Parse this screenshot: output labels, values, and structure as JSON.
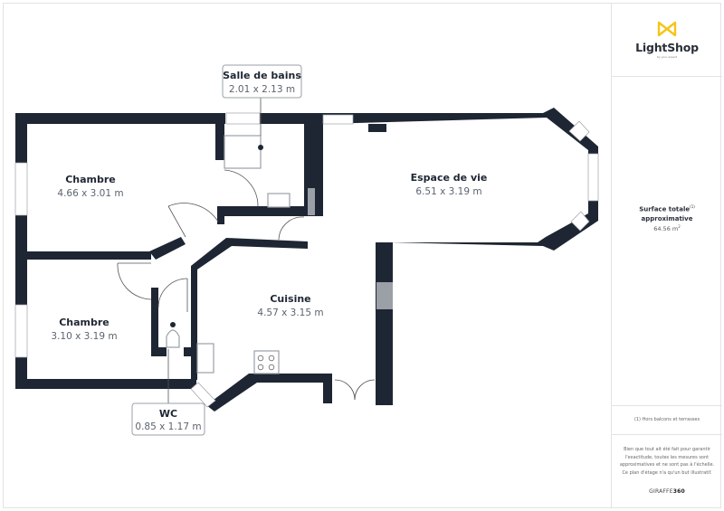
{
  "brand": {
    "logo_text": "LightShop",
    "logo_tagline": "by your expert",
    "accent_color": "#f5c518"
  },
  "surface": {
    "title_line1": "Surface totale",
    "title_sup": "(1)",
    "title_line2": "approximative",
    "value": "64.56 m",
    "value_sup": "2"
  },
  "note": "(1) Hors balcons et terrasses",
  "disclaimer": "Bien que tout ait été fait pour garantir l'exactitude, toutes les mesures sont approximatives et ne sont pas à l'échelle. Ce plan d'étage n'a qu'un but illustratif.",
  "footer_brand": {
    "prefix": "GIRAFFE",
    "suffix": "360"
  },
  "rooms": [
    {
      "name": "Chambre",
      "dims": "4.66 x 3.01 m"
    },
    {
      "name": "Espace de vie",
      "dims": "6.51 x 3.19 m"
    },
    {
      "name": "Chambre",
      "dims": "3.10 x 3.19 m"
    },
    {
      "name": "Cuisine",
      "dims": "4.57 x 3.15 m"
    }
  ],
  "callouts": [
    {
      "name": "Salle de bains",
      "dims": "2.01 x 2.13 m"
    },
    {
      "name": "WC",
      "dims": "0.85 x 1.17 m"
    }
  ],
  "colors": {
    "wall": "#1e2633",
    "window": "#9aa0a6"
  }
}
